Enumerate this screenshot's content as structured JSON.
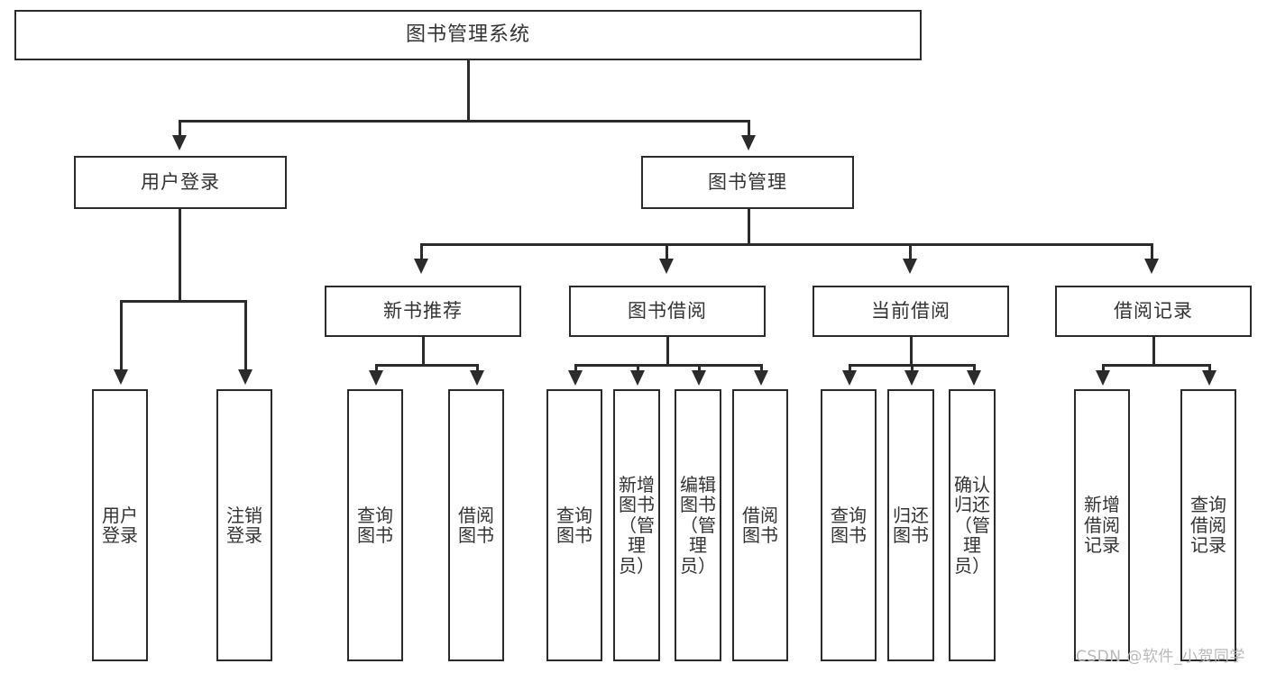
{
  "diagram": {
    "title": "图书管理系统",
    "type": "tree-hierarchy-diagram",
    "root": {
      "id": "root",
      "label": "图书管理系统"
    },
    "level2": [
      {
        "id": "user-login",
        "label": "用户登录"
      },
      {
        "id": "book-management",
        "label": "图书管理"
      }
    ],
    "level3": [
      {
        "id": "new-book-recommend",
        "label": "新书推荐",
        "parent": "book-management"
      },
      {
        "id": "book-borrow",
        "label": "图书借阅",
        "parent": "book-management"
      },
      {
        "id": "current-borrow",
        "label": "当前借阅",
        "parent": "book-management"
      },
      {
        "id": "borrow-record",
        "label": "借阅记录",
        "parent": "book-management"
      }
    ],
    "leaves": {
      "user-login": [
        {
          "id": "leaf-user-login",
          "label": "用户\n登录"
        },
        {
          "id": "leaf-user-logout",
          "label": "注销\n登录"
        }
      ],
      "new-book-recommend": [
        {
          "id": "leaf-query-book-1",
          "label": "查询\n图书"
        },
        {
          "id": "leaf-borrow-book-1",
          "label": "借阅\n图书"
        }
      ],
      "book-borrow": [
        {
          "id": "leaf-query-book-2",
          "label": "查询\n图书"
        },
        {
          "id": "leaf-add-book-admin",
          "label": "新增\n图书\n（管\n理\n员）"
        },
        {
          "id": "leaf-edit-book-admin",
          "label": "编辑\n图书\n（管\n理\n员）"
        },
        {
          "id": "leaf-borrow-book-2",
          "label": "借阅\n图书"
        }
      ],
      "current-borrow": [
        {
          "id": "leaf-query-book-3",
          "label": "查询\n图书"
        },
        {
          "id": "leaf-return-book",
          "label": "归还\n图书"
        },
        {
          "id": "leaf-confirm-return-admin",
          "label": "确认\n归还\n（管\n理\n员）"
        }
      ],
      "borrow-record": [
        {
          "id": "leaf-add-borrow-record",
          "label": "新增\n借阅\n记录"
        },
        {
          "id": "leaf-query-borrow-record",
          "label": "查询\n借阅\n记录"
        }
      ]
    },
    "watermark": "CSDN @软件_小贺同学",
    "colors": {
      "stroke": "#2b2b2b",
      "text": "#333333",
      "background": "#ffffff",
      "watermark": "#b9b9b9"
    }
  }
}
